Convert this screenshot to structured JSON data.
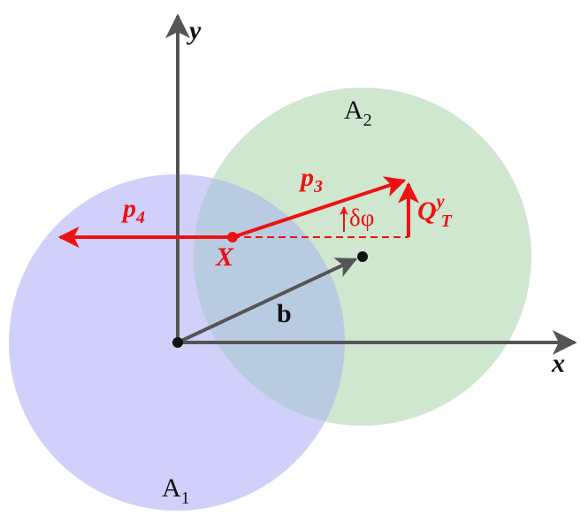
{
  "labels": {
    "y_axis": "y",
    "x_axis": "x",
    "nucleus_1": "A",
    "nucleus_1_sub": "1",
    "nucleus_2": "A",
    "nucleus_2_sub": "2",
    "impact_parameter": "b",
    "point": "X",
    "p3": "p",
    "p3_sub": "3",
    "p4": "p",
    "p4_sub": "4",
    "angle": "δφ",
    "q_main": "Q",
    "q_sup": "y",
    "q_sub": "T"
  },
  "colors": {
    "circle_1_fill": "#d0d0fb",
    "circle_2_fill": "#cfe6cf",
    "overlap_fill": "#b9cbe0",
    "axes": "#555555",
    "vector_b": "#555555",
    "momentum": "#ee1111",
    "dot": "#111111"
  }
}
